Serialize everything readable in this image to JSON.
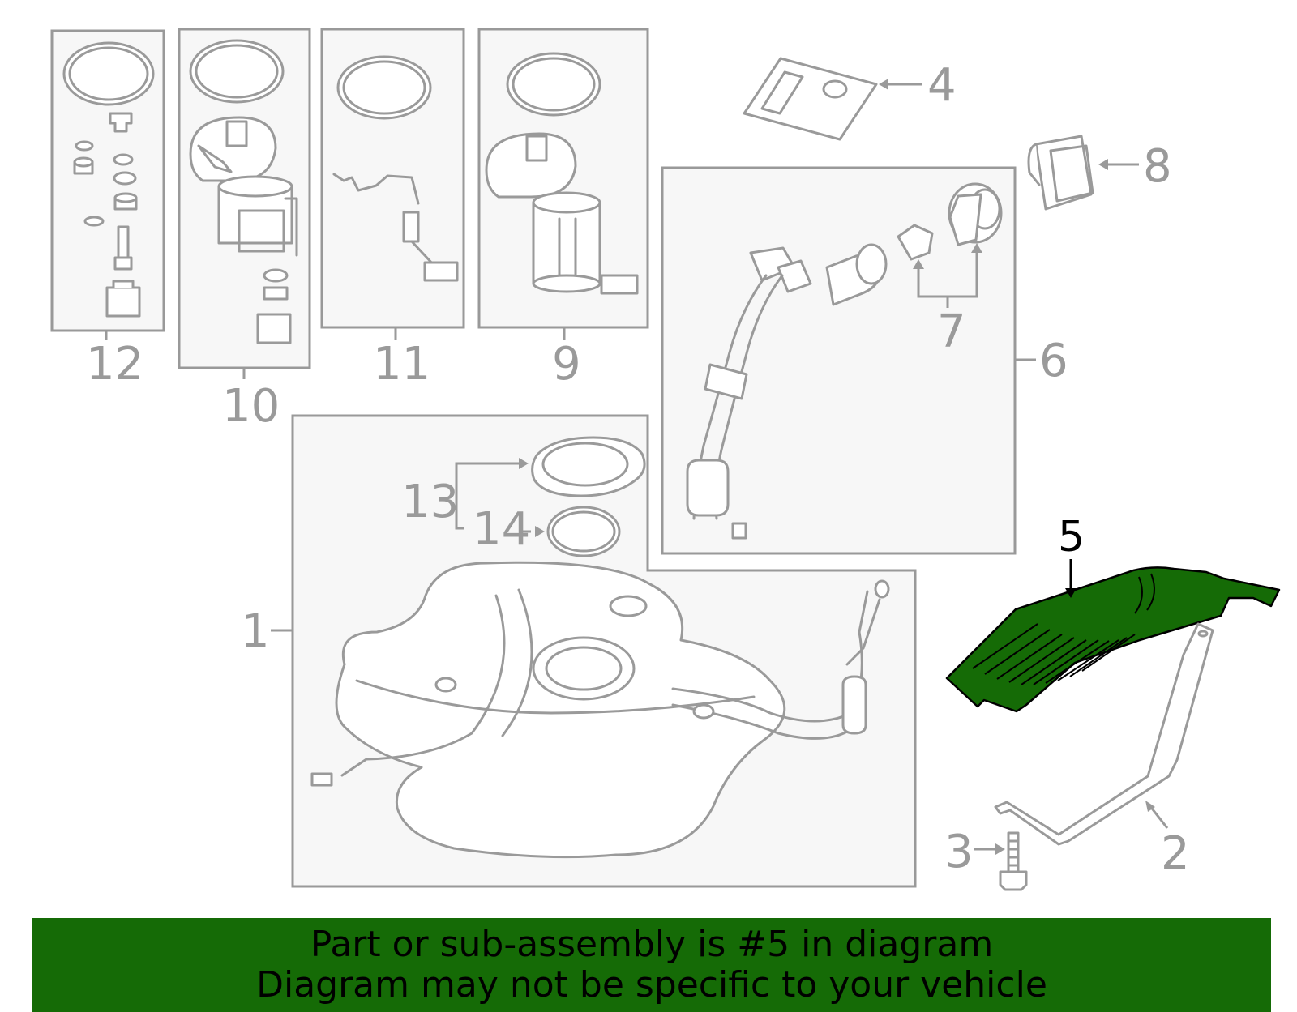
{
  "diagram": {
    "callouts": {
      "c1": "1",
      "c2": "2",
      "c3": "3",
      "c4": "4",
      "c5": "5",
      "c6": "6",
      "c7": "7",
      "c8": "8",
      "c9": "9",
      "c10": "10",
      "c11": "11",
      "c12": "12",
      "c13": "13",
      "c14": "14"
    },
    "highlighted_part": "5",
    "highlight_color": "#156b06",
    "line_color": "#9a9a9a",
    "box_fill": "#f7f7f7"
  },
  "banner": {
    "line1": "Part or sub-assembly is #5 in diagram",
    "line2": "Diagram may not be specific to your vehicle",
    "background": "#156b06"
  }
}
